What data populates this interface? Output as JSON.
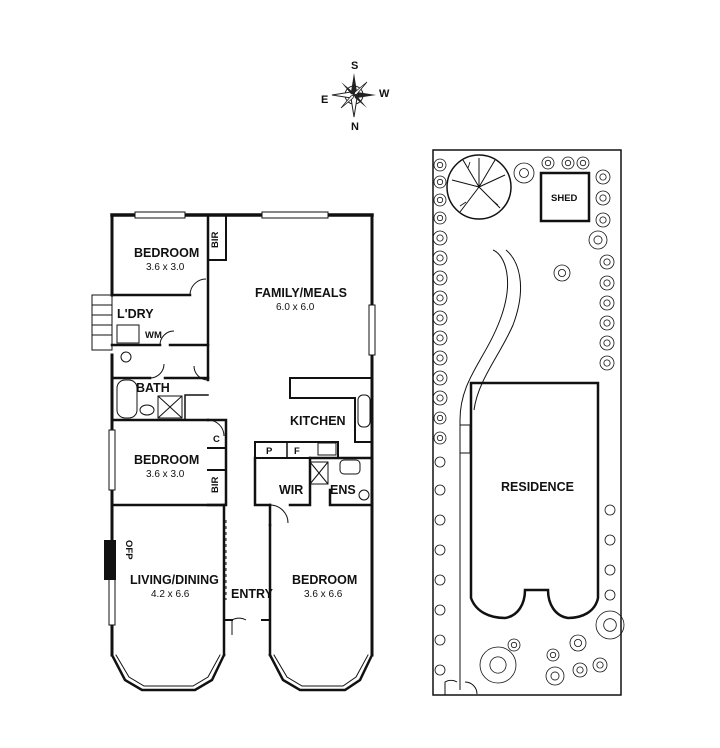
{
  "compass": {
    "north": "N",
    "south": "S",
    "east": "E",
    "west": "W"
  },
  "floor_plan": {
    "rooms": {
      "bedroom_1": {
        "name": "BEDROOM",
        "size": "3.6 x 3.0"
      },
      "family": {
        "name": "FAMILY/MEALS",
        "size": "6.0 x 6.0"
      },
      "laundry": {
        "name": "L'DRY"
      },
      "washing_machine": {
        "name": "WM"
      },
      "bath": {
        "name": "BATH"
      },
      "kitchen": {
        "name": "KITCHEN"
      },
      "bedroom_2": {
        "name": "BEDROOM",
        "size": "3.6 x 3.0"
      },
      "wir": {
        "name": "WIR"
      },
      "ensuite": {
        "name": "ENS"
      },
      "living": {
        "name": "LIVING/DINING",
        "size": "4.2 x 6.6"
      },
      "entry": {
        "name": "ENTRY"
      },
      "bedroom_3": {
        "name": "BEDROOM",
        "size": "3.6 x 6.6"
      }
    },
    "fixtures": {
      "bir_1": "BIR",
      "bir_2": "BIR",
      "cupboard": "C",
      "pantry": "P",
      "fridge": "F",
      "fireplace": "OFP"
    }
  },
  "site_plan": {
    "shed": "SHED",
    "residence": "RESIDENCE"
  }
}
